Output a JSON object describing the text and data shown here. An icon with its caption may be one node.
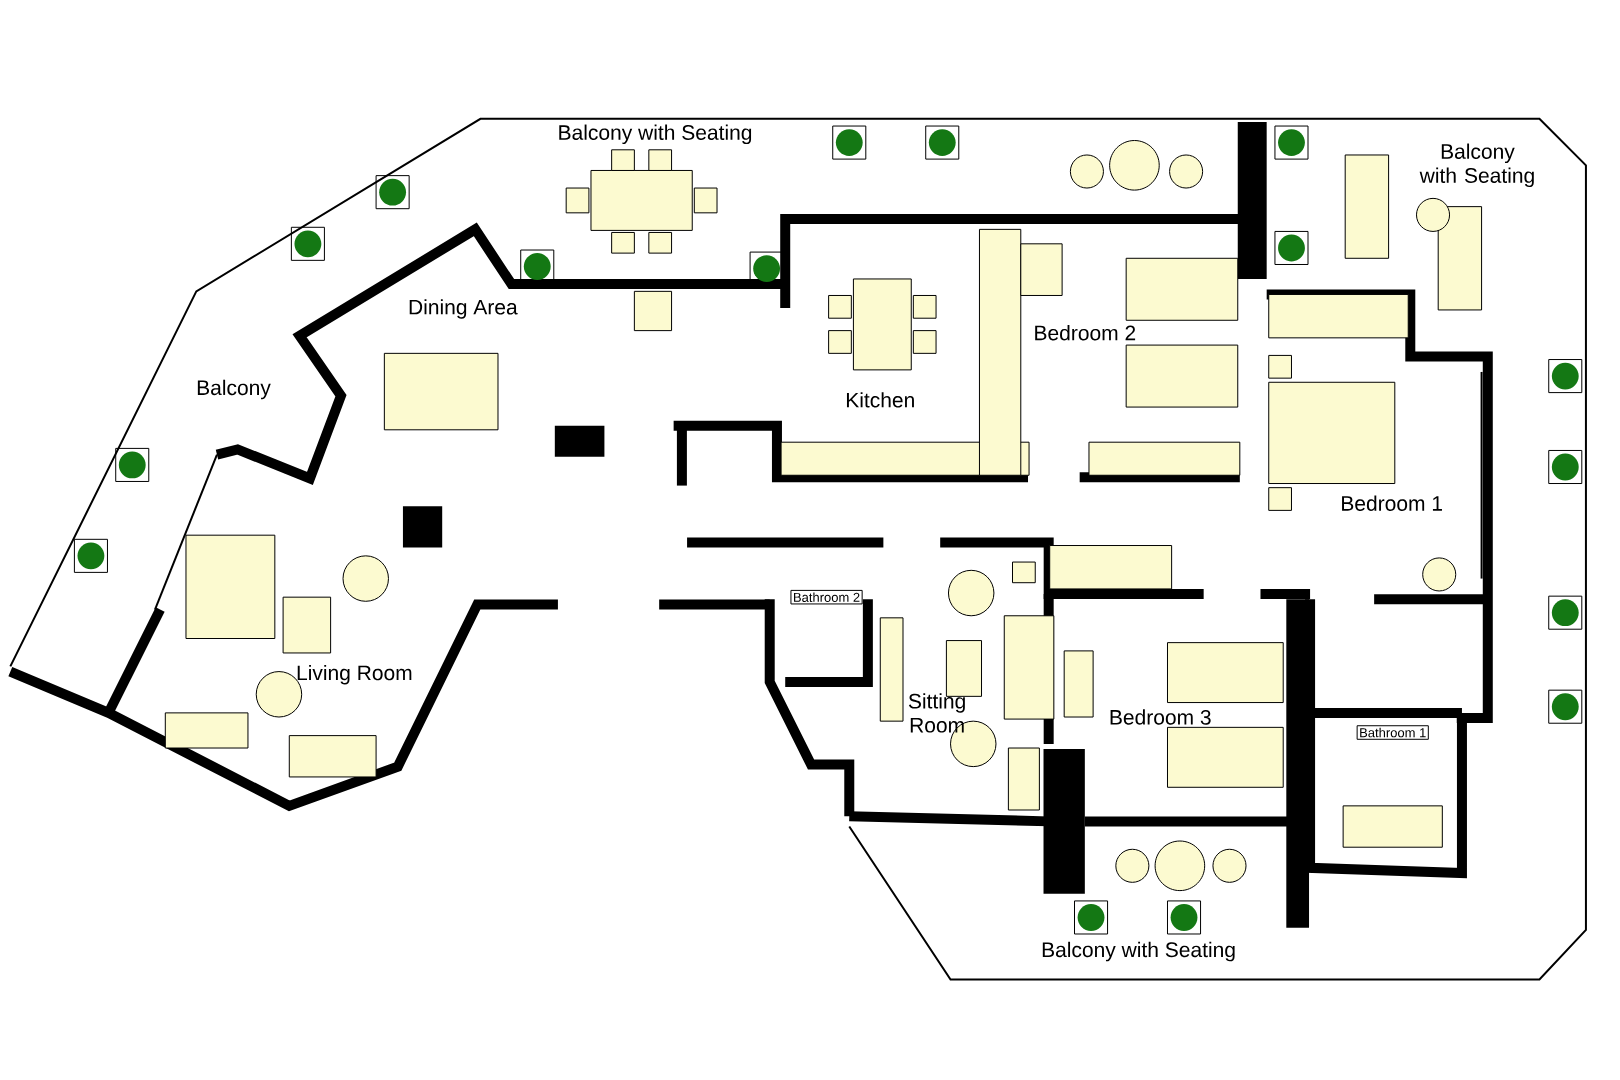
{
  "diagram": {
    "labels": [
      "Balcony with Seating",
      "Balcony with Seating",
      "Dining Area",
      "Bedroom 2",
      "Balcony",
      "Kitchen",
      "Bedroom 1",
      "Bathroom 2",
      "Living Room",
      "Sitting Room",
      "Bedroom 3",
      "Bathroom 1",
      "Balcony with Seating"
    ]
  }
}
